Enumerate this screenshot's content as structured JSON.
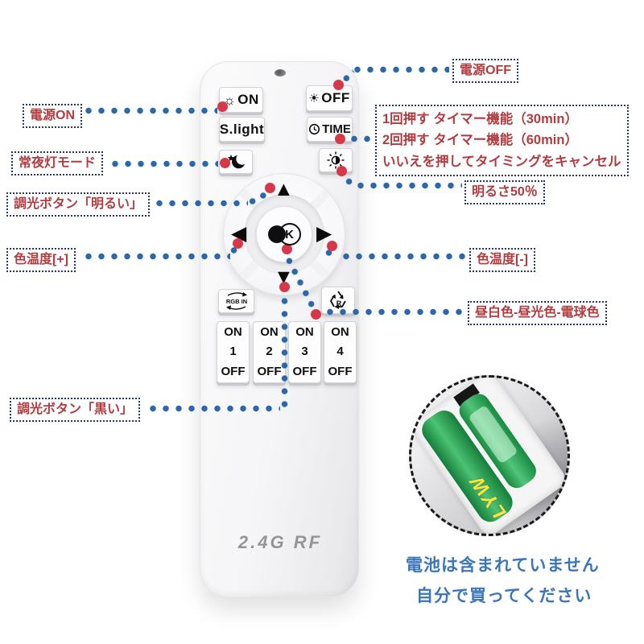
{
  "remote": {
    "brand": "2.4G RF",
    "buttons": {
      "on": "ON",
      "off": "OFF",
      "slight": "S.light",
      "time": "TIME",
      "k": "K",
      "rgb_in": "RGB IN",
      "r": "R"
    },
    "channels": [
      {
        "on": "ON",
        "num": "1",
        "off": "OFF"
      },
      {
        "on": "ON",
        "num": "2",
        "off": "OFF"
      },
      {
        "on": "ON",
        "num": "3",
        "off": "OFF"
      },
      {
        "on": "ON",
        "num": "4",
        "off": "OFF"
      }
    ]
  },
  "annotations": {
    "power_on": "電源ON",
    "night_mode": "常夜灯モード",
    "dim_bright": "調光ボタン「明るい」",
    "temp_plus": "色温度[+]",
    "dim_dark": "調光ボタン「黒い」",
    "power_off": "電源OFF",
    "timer_line1": "1回押す タイマー機能（30min）",
    "timer_line2": "2回押す タイマー機能（60min）",
    "timer_line3": "いいえを押してタイミングをキャンセル",
    "brightness50": "明るさ50％",
    "temp_minus": "色温度[-]",
    "color_modes": "昼白色-昼光色-電球色"
  },
  "battery": {
    "brand": "LYW",
    "note_line1": "電池は含まれていません",
    "note_line2": "自分で買ってください"
  },
  "colors": {
    "label_red": "#b13c40",
    "dot_blue": "#2b67ab",
    "dot_red": "#d63849",
    "note_blue": "#3b76bb",
    "brand_gray": "#93939a",
    "battery_green": "#2e9e4f",
    "battery_text_yellow": "#ffe23e"
  }
}
